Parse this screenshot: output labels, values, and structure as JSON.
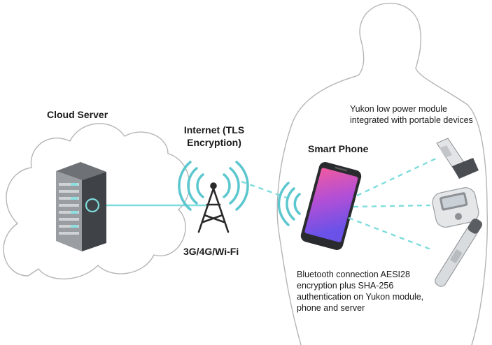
{
  "labels": {
    "cloud_server": "Cloud Server",
    "internet_line1": "Internet (TLS",
    "internet_line2": "Encryption)",
    "network_types": "3G/4G/Wi-Fi",
    "smart_phone": "Smart Phone",
    "module_line1": "Yukon low power module",
    "module_line2": "integrated with portable devices",
    "bt_line1": "Bluetooth connection AESI28",
    "bt_line2": "encryption plus SHA-256",
    "bt_line3": "authentication on Yukon module,",
    "bt_line4": "phone and server"
  },
  "colors": {
    "link": "#7fdcdc",
    "signal": "#5cc7cf",
    "outline": "#b0b0b0",
    "server_body": "#3f4246",
    "phone_gradient": [
      "#f05aa0",
      "#b24fd6",
      "#6a52e8"
    ]
  },
  "icons": [
    "cloud-icon",
    "server-rack-icon",
    "cell-tower-icon",
    "smartphone-icon",
    "inhaler-icon",
    "glucose-meter-icon",
    "pen-injector-icon",
    "person-silhouette-icon"
  ]
}
